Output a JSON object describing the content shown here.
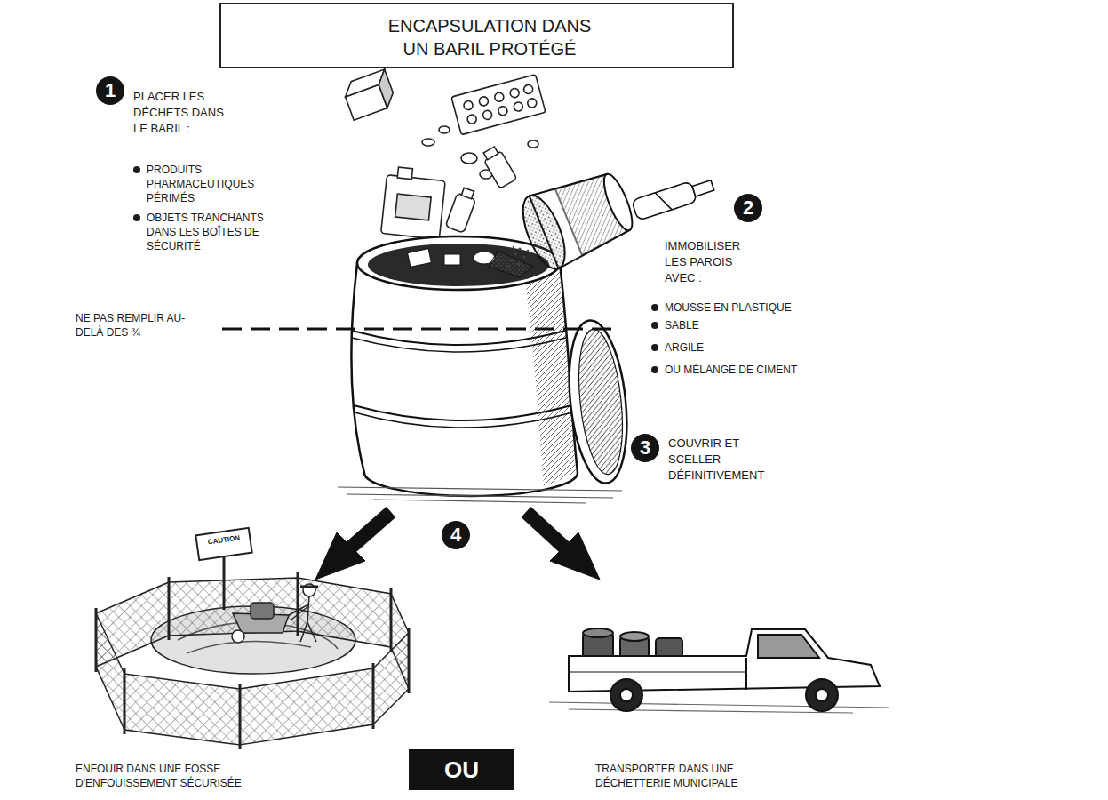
{
  "diagram": {
    "title": "ENCAPSULATION DANS UN BARIL PROTÉGÉ",
    "nodes": [
      {
        "text": [
          "OU"
        ]
      }
    ],
    "labels": [
      "1",
      "PLACER LES DÉCHETS DANS LE BARIL :",
      "PRODUITS PHARMACEUTIQUES PÉRIMÉS",
      "OBJETS TRANCHANTS DANS LES BOÎTES DE SÉCURITÉ",
      "2",
      "IMMOBILISER LES PAROIS AVEC :",
      "MOUSSE EN PLASTIQUE",
      "SABLE",
      "ARGILE",
      "OU MÉLANGE DE CIMENT",
      "NE PAS REMPLIR AU-DELÀ DES ¾",
      "3",
      "COUVRIR ET SCELLER DÉFINITIVEMENT",
      "4",
      "CAUTION",
      "ENFOUIR DANS UNE FOSSE D'ENFOUISSEMENT SÉCURISÉE",
      "TRANSPORTER DANS UNE DÉCHETTERIE MUNICIPALE"
    ]
  }
}
